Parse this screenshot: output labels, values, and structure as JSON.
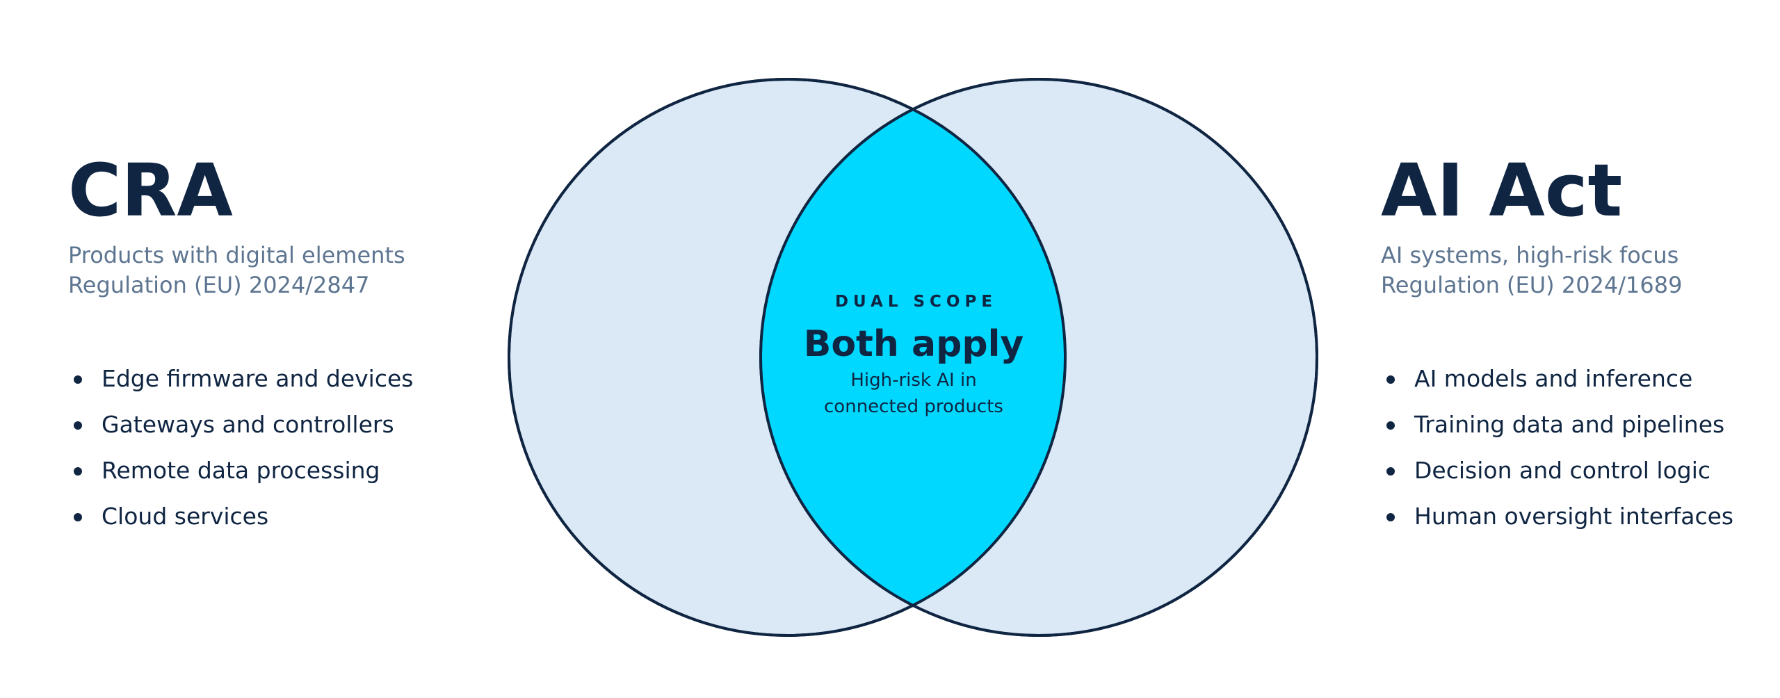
{
  "colors": {
    "circle_fill": "#dae9f5",
    "circle_stroke": "#0f2542",
    "overlap_fill": "#00d8ff",
    "text_dark": "#0f2542",
    "text_muted": "#5d7590"
  },
  "left": {
    "title": "CRA",
    "subtitle_1": "Products with digital elements",
    "subtitle_2": "Regulation (EU) 2024/2847",
    "items": [
      "Edge firmware and devices",
      "Gateways and controllers",
      "Remote data processing",
      "Cloud services"
    ]
  },
  "right": {
    "title": "AI Act",
    "subtitle_1": "AI systems, high-risk focus",
    "subtitle_2": "Regulation (EU) 2024/1689",
    "items": [
      "AI models and inference",
      "Training data and pipelines",
      "Decision and control logic",
      "Human oversight interfaces"
    ]
  },
  "overlap": {
    "eyebrow": "DUAL SCOPE",
    "title": "Both apply",
    "line_1": "High-risk AI in",
    "line_2": "connected products"
  }
}
